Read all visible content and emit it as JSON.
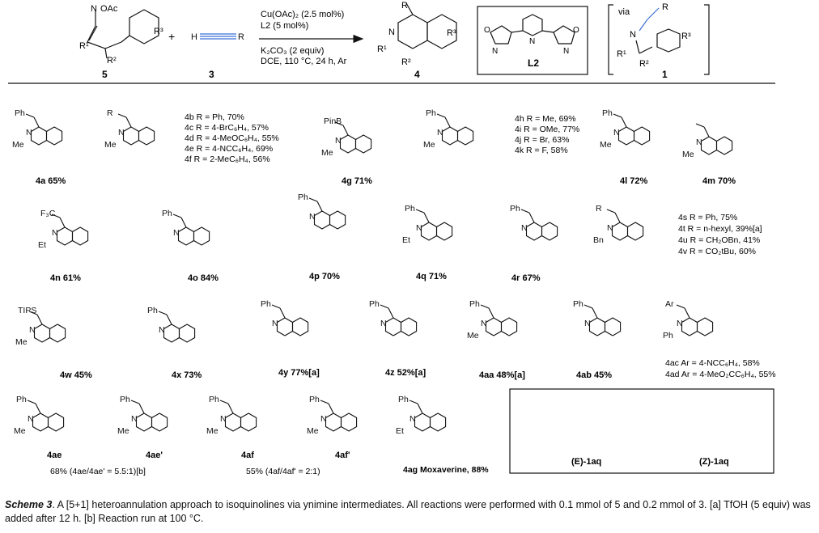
{
  "reaction": {
    "reactant1_id": "5",
    "plus": "+",
    "reactant2_id": "3",
    "conditions": [
      "Cu(OAc)₂ (2.5 mol%)",
      "L2 (5 mol%)",
      "K₂CO₃ (2 equiv)",
      "DCE, 110 °C, 24 h, Ar"
    ],
    "product_id": "4",
    "ligand_id": "L2",
    "via_label": "via",
    "intermediate_id": "1"
  },
  "compounds": [
    {
      "id": "4a",
      "label": "4a 65%"
    },
    {
      "id": "4b-4f",
      "lines": [
        "4b R = Ph, 70%",
        "4c R = 4-BrC₆H₄, 57%",
        "4d R = 4-MeOC₆H₄, 55%",
        "4e R = 4-NCC₆H₄, 69%",
        "4f R = 2-MeC₆H₄, 56%"
      ]
    },
    {
      "id": "4g",
      "label": "4g 71%"
    },
    {
      "id": "4h-4k",
      "lines": [
        "4h R = Me, 69%",
        "4i R = OMe, 77%",
        "4j R = Br, 63%",
        "4k R = F, 58%"
      ]
    },
    {
      "id": "4l",
      "label": "4l 72%"
    },
    {
      "id": "4m",
      "label": "4m 70%"
    },
    {
      "id": "4n",
      "label": "4n 61%"
    },
    {
      "id": "4o",
      "label": "4o 84%"
    },
    {
      "id": "4p",
      "label": "4p 70%"
    },
    {
      "id": "4q",
      "label": "4q 71%"
    },
    {
      "id": "4r",
      "label": "4r 67%"
    },
    {
      "id": "4s-4v",
      "lines": [
        "4s R = Ph, 75%",
        "4t R = n-hexyl, 39%[a]",
        "4u R = CH₂OBn, 41%",
        "4v R = CO₂tBu, 60%"
      ]
    },
    {
      "id": "4w",
      "label": "4w 45%"
    },
    {
      "id": "4x",
      "label": "4x 73%"
    },
    {
      "id": "4y",
      "label": "4y 77%[a]"
    },
    {
      "id": "4z",
      "label": "4z 52%[a]"
    },
    {
      "id": "4aa",
      "label": "4aa 48%[a]"
    },
    {
      "id": "4ab",
      "label": "4ab 45%"
    },
    {
      "id": "4ac-4ad",
      "lines": [
        "4ac Ar = 4-NCC₆H₄, 58%",
        "4ad Ar = 4-MeO₂CC₆H₄, 55%"
      ]
    },
    {
      "id": "4ae",
      "label": "4ae"
    },
    {
      "id": "4ae'",
      "label": "4ae'"
    },
    {
      "id": "4ae-ratio",
      "label": "68% (4ae/4ae' = 5.5:1)[b]"
    },
    {
      "id": "4af",
      "label": "4af"
    },
    {
      "id": "4af'",
      "label": "4af'"
    },
    {
      "id": "4af-ratio",
      "label": "55% (4af/4af' = 2:1)"
    },
    {
      "id": "4ag",
      "label": "4ag Moxaverine, 88%"
    },
    {
      "id": "E-1aq",
      "label": "(E)-1aq"
    },
    {
      "id": "Z-1aq",
      "label": "(Z)-1aq"
    }
  ],
  "caption": {
    "scheme_label": "Scheme 3",
    "text": ". A [5+1] heteroannulation approach to isoquinolines via ynimine intermediates. All reactions were performed with 0.1 mmol of 5 and 0.2 mmol of 3.  [a] TfOH (5 equiv) was added after 12 h. [b] Reaction run at 100 °C."
  },
  "colors": {
    "ink": "#111111",
    "highlight": "#3b6fd6",
    "highlight_fill": "#dbe6fb",
    "box": "#333333"
  }
}
